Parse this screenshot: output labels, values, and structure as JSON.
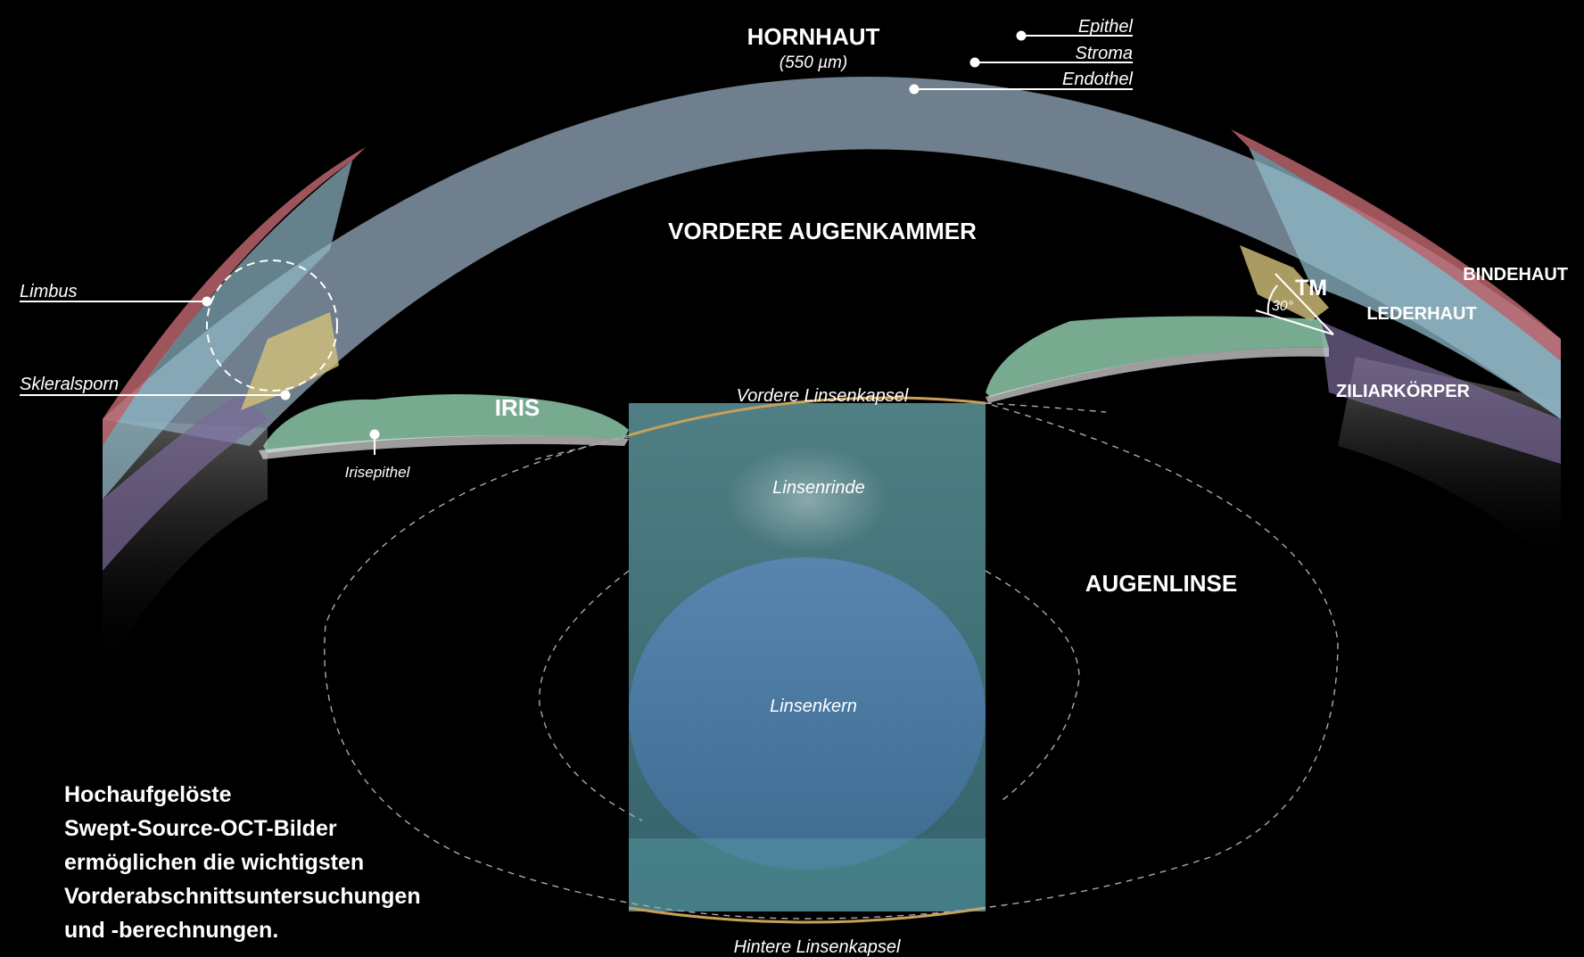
{
  "labels": {
    "cornea": "HORNHAUT",
    "cornea_thickness": "(550 µm)",
    "epithel": "Epithel",
    "stroma": "Stroma",
    "endothel": "Endothel",
    "anterior_chamber": "VORDERE AUGENKAMMER",
    "limbus": "Limbus",
    "scleral_spur": "Skleralsporn",
    "iris": "IRIS",
    "iris_epithel": "Irisepithel",
    "anterior_capsule": "Vordere Linsenkapsel",
    "lens_cortex": "Linsenrinde",
    "lens_nucleus": "Linsenkern",
    "posterior_capsule": "Hintere Linsenkapsel",
    "lens": "AUGENLINSE",
    "tm": "TM",
    "angle": "30°",
    "conjunctiva": "BINDEHAUT",
    "sclera": "LEDERHAUT",
    "ciliary_body": "ZILIARKÖRPER"
  },
  "caption": [
    "Hochaufgelöste",
    "Swept-Source-OCT-Bilder",
    "ermöglichen die wichtigsten",
    "Vorderabschnittsuntersuchungen",
    "und -berechnungen."
  ],
  "colors": {
    "background": "#000000",
    "cornea": "#8fa3b5",
    "conjunctiva": "#c46a72",
    "sclera": "#8fb8c8",
    "trabecular": "#d4c27a",
    "ciliary": "#7a6a98",
    "iris": "#8cc8a8",
    "lens_cortex": "#5aa0a8",
    "lens_nucleus": "#4f7fb0",
    "capsule": "#c8a05a"
  }
}
